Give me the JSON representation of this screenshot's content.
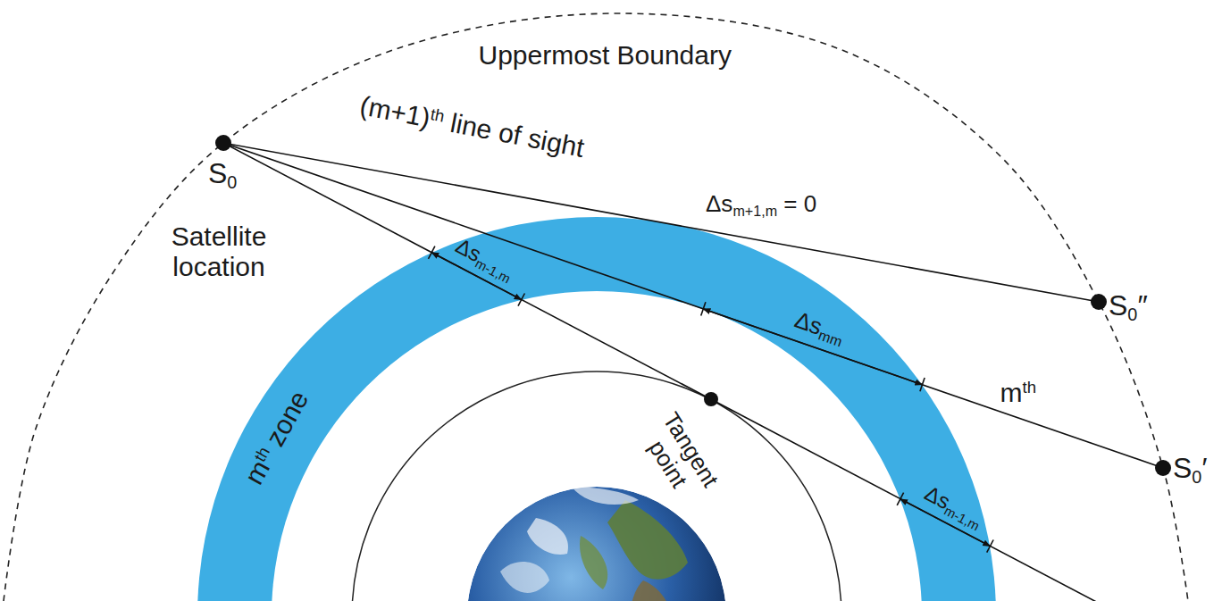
{
  "diagram": {
    "labels": [
      "Uppermost Boundary",
      "S0",
      "Satellite location",
      "(m+1)th line of sight",
      "Δsm+1,m = 0",
      "S0″",
      "Δsm-1,m",
      "Δsmm",
      "mth zone",
      "mth",
      "S0′",
      "Tangent point",
      "Δsm-1,m"
    ]
  }
}
